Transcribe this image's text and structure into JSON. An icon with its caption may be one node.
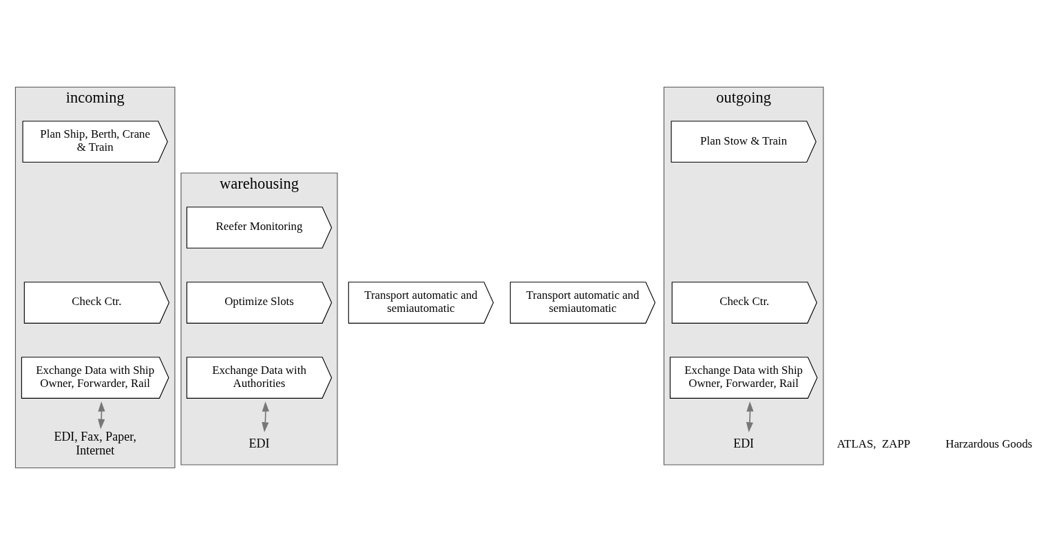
{
  "diagram": {
    "nodes": [
      {
        "text": [
          "incoming"
        ]
      },
      {
        "text": [
          "Plan Ship, Berth, Crane & Train"
        ],
        "in": 0
      },
      {
        "text": [
          "Check Ctr."
        ],
        "in": 0
      },
      {
        "text": [
          "Transport automatic and semiautomatic"
        ]
      },
      {
        "text": [
          "Exchange Data with Ship Owner, Forwarder, Rail"
        ],
        "in": 0
      },
      {
        "text": [
          "EDI, Fax, Paper, Internet"
        ],
        "in": 0
      },
      {
        "text": [
          "warehousing"
        ]
      },
      {
        "text": [
          "Reefer Monitoring"
        ],
        "in": 6
      },
      {
        "text": [
          "Optimize Slots"
        ],
        "in": 6
      },
      {
        "text": [
          "Exchange Data with Authorities"
        ],
        "in": 6
      },
      {
        "text": [
          "EDI"
        ],
        "in": 6
      },
      {
        "text": [
          "outgoing"
        ]
      },
      {
        "text": [
          "Plan Stow & Train"
        ],
        "in": 11
      },
      {
        "text": [
          "Transport automatic and semiautomatic"
        ]
      },
      {
        "text": [
          "Check Ctr."
        ],
        "in": 11
      },
      {
        "text": [
          "Exchange Data with Ship Owner, Forwarder, Rail"
        ],
        "in": 11
      },
      {
        "text": [
          "EDI"
        ],
        "in": 11
      }
    ],
    "edges": [
      {
        "from": 4,
        "to": 5,
        "arrow": "both"
      },
      {
        "from": 9,
        "to": 10,
        "arrow": "both"
      },
      {
        "from": 15,
        "to": 16,
        "arrow": "both"
      }
    ],
    "labels": [
      "ATLAS,  ZAPP",
      "Harzardous Goods"
    ]
  }
}
